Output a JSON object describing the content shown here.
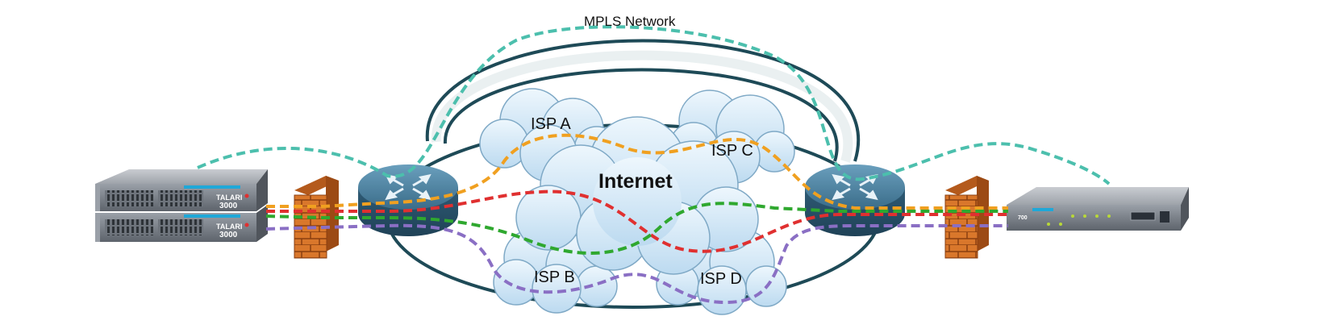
{
  "labels": {
    "mpls": "MPLS Network",
    "isp_a": "ISP A",
    "isp_b": "ISP B",
    "isp_c": "ISP C",
    "isp_d": "ISP D",
    "internet": "Internet"
  },
  "devices": {
    "left_top": {
      "brand": "TALARI",
      "model": "3000"
    },
    "left_bottom": {
      "brand": "TALARI",
      "model": "3000"
    },
    "right": {
      "model": "700"
    }
  },
  "colors": {
    "mpls_path": "#4cbfad",
    "orange_path": "#f0a020",
    "red_path": "#e03030",
    "green_path": "#2fa82f",
    "purple_path": "#8a6fc4",
    "ring": "#1e4a57",
    "cloud": "#d8ecf8",
    "router": "#3d6f8c",
    "firewall": "#d9772b"
  }
}
